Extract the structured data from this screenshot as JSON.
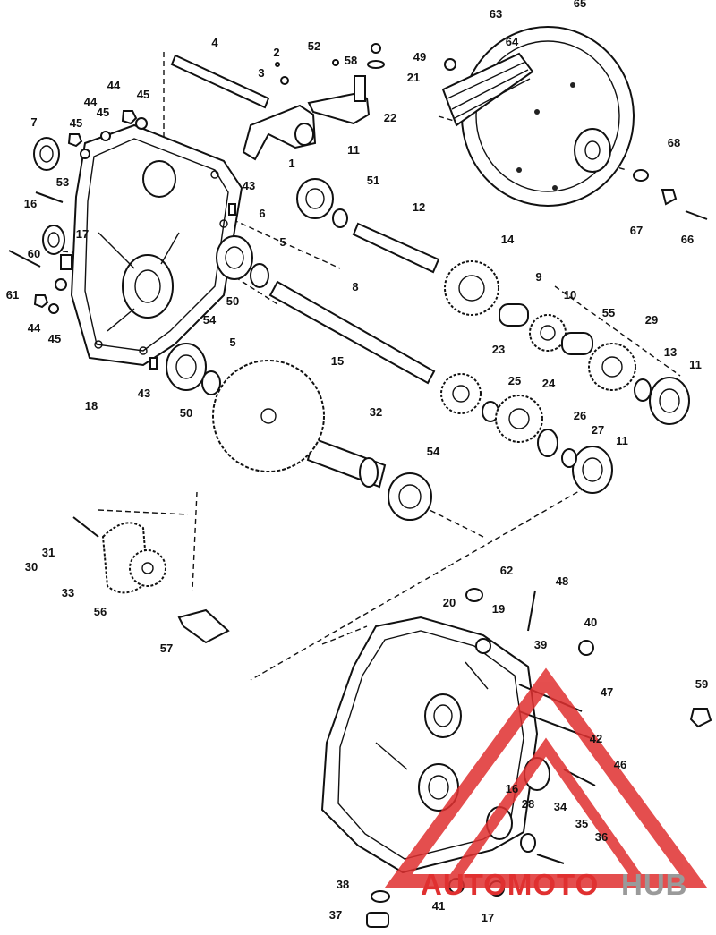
{
  "diagram": {
    "callouts": [
      "1",
      "2",
      "3",
      "4",
      "5",
      "6",
      "7",
      "8",
      "9",
      "10",
      "11",
      "12",
      "13",
      "14",
      "15",
      "16",
      "17",
      "18",
      "19",
      "20",
      "21",
      "22",
      "23",
      "24",
      "25",
      "26",
      "27",
      "28",
      "29",
      "30",
      "31",
      "32",
      "33",
      "34",
      "35",
      "36",
      "37",
      "38",
      "39",
      "40",
      "41",
      "42",
      "43",
      "44",
      "45",
      "46",
      "47",
      "48",
      "49",
      "50",
      "51",
      "52",
      "53",
      "54",
      "55",
      "56",
      "57",
      "58",
      "59",
      "60",
      "61",
      "62",
      "63",
      "64",
      "65",
      "66",
      "67",
      "68"
    ],
    "colors": {
      "line": "#111111",
      "watermark_red": "#e03030",
      "watermark_gray": "#9a9a9a"
    }
  },
  "watermark": {
    "brand_part1": "AUTOMOTO",
    "brand_part2": "HUB"
  }
}
